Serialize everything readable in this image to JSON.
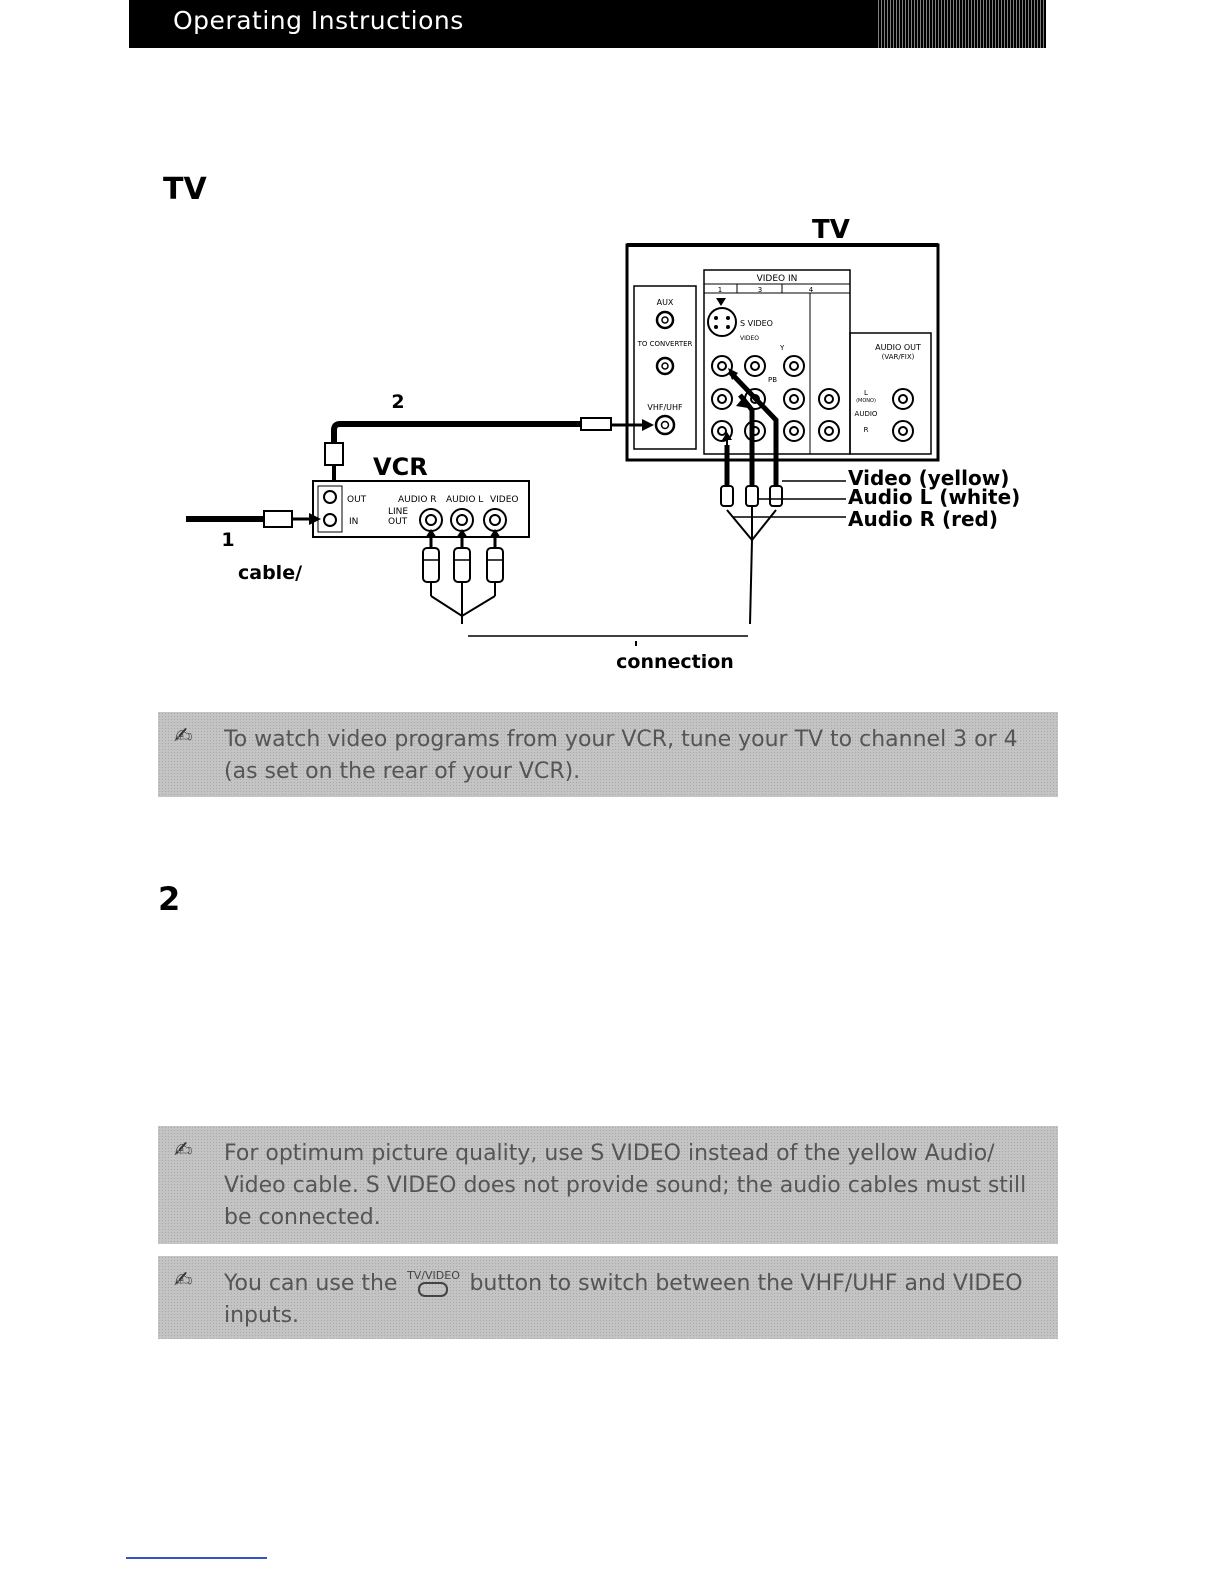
{
  "header": {
    "title": "Operating Instructions"
  },
  "sections": [
    {
      "heading": "TV"
    },
    {
      "heading": "2"
    }
  ],
  "diagram": {
    "tv_title": "TV",
    "vcr_title": "VCR",
    "step_labels": [
      "1",
      "2"
    ],
    "cable_label": "cable/",
    "connection_label": "connection",
    "tv_panel": {
      "video_in": "VIDEO IN",
      "video_in_numbers": [
        "1",
        "3",
        "4"
      ],
      "aux": "AUX",
      "to_converter": "TO CONVERTER",
      "vhf_uhf": "VHF/UHF",
      "s_video": "S VIDEO",
      "video": "VIDEO",
      "y": "Y",
      "pb": "PB",
      "l_mono": "L",
      "mono": "(MONO)",
      "audio": "AUDIO",
      "r": "R",
      "audio_out": "AUDIO OUT",
      "var_fix": "(VAR/FIX)"
    },
    "vcr_panel": {
      "out": "OUT",
      "in": "IN",
      "line": "LINE",
      "out2": "OUT",
      "audio_r": "AUDIO R",
      "audio_l": "AUDIO L",
      "video": "VIDEO"
    },
    "cable_callouts": [
      "Video (yellow)",
      "Audio L (white)",
      "Audio R (red)"
    ]
  },
  "notes": [
    {
      "icon": "pencil-note-icon",
      "text": "To watch video programs from your VCR, tune your TV to channel 3 or 4 (as set on the rear of your VCR)."
    },
    {
      "icon": "pencil-note-icon",
      "text": "For optimum picture quality, use S VIDEO instead of the yellow Audio/ Video cable. S VIDEO does not provide sound; the audio cables must still be connected."
    },
    {
      "icon": "pencil-note-icon",
      "text_before": "You can use the",
      "button_label": "TV/VIDEO",
      "text_after": "button to switch between the VHF/UHF and VIDEO inputs."
    }
  ]
}
